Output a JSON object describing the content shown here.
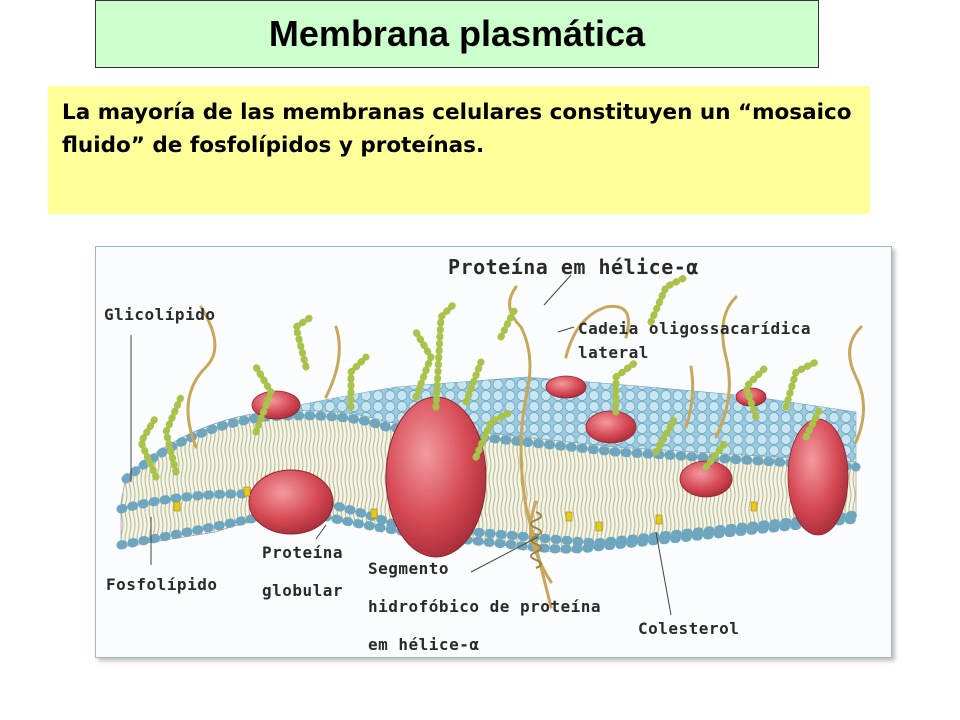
{
  "slide": {
    "title": "Membrana plasmática",
    "description": "La mayoría de las membranas celulares constituyen un “mosaico fluido” de fosfolípidos y proteínas."
  },
  "diagram": {
    "labels": {
      "alpha_helix_protein": "Proteína em hélice-α",
      "glycolipid": "Glicolípido",
      "oligosaccharide_line1": "Cadeia oligossacarídica",
      "oligosaccharide_line2": "lateral",
      "globular_protein_line1": "Proteína",
      "globular_protein_line2": "globular",
      "phospholipid": "Fosfolípido",
      "segment_line1": "Segmento",
      "segment_line2": "hidrofóbico de proteína",
      "segment_line3": "em hélice-α",
      "cholesterol": "Colesterol"
    },
    "colors": {
      "lipid_head": "#b7dbe8",
      "lipid_tail": "#d9d9b0",
      "protein": "#d64a55",
      "sugar_chain": "#a9c24a",
      "helix": "#c8a75a",
      "cholesterol": "#e8c81a"
    }
  }
}
